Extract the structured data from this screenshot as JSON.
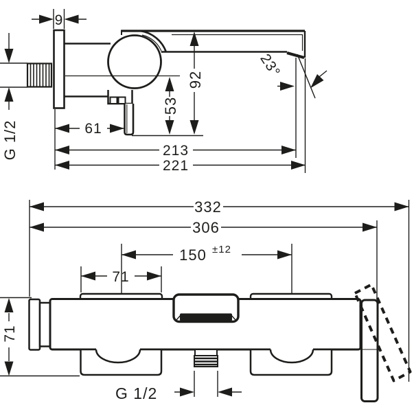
{
  "drawing": {
    "type": "technical-dimension-drawing",
    "product": "wall-mounted single-lever bath mixer",
    "line_color": "#1d1d1b",
    "background": "#ffffff"
  },
  "top_view": {
    "dims": {
      "plate_thickness": "9",
      "inlet_thread": "G 1/2",
      "spout_top_height": "92",
      "lever_height": "53",
      "wall_to_lever": "61",
      "wall_to_spout_inner": "213",
      "wall_to_spout_total": "221",
      "spray_angle": "23°"
    }
  },
  "front_view": {
    "dims": {
      "total_width": "332",
      "width_to_handle": "306",
      "connection_distance": "150",
      "connection_tolerance": "±12",
      "escutcheon_width": "71",
      "body_height": "71",
      "outlet_thread": "G 1/2"
    }
  }
}
